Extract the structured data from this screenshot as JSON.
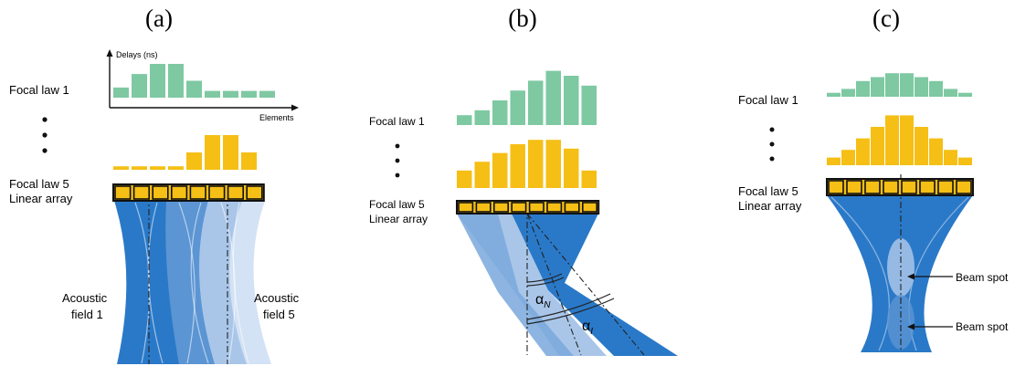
{
  "panels": [
    {
      "id": "a",
      "title": "(a)",
      "focal_law_top": "Focal law 1",
      "focal_law_bottom": "Focal law 5",
      "array_label": "Linear array",
      "delays_axis_y": "Delays (ns)",
      "delays_axis_x": "Elements",
      "delays_focal_law_1": [
        3,
        7,
        10,
        10,
        5,
        2,
        2,
        2,
        2
      ],
      "delays_focal_law_5": [
        1,
        1,
        1,
        1,
        5,
        10,
        10,
        5
      ],
      "field_left": [
        "Acoustic",
        "field 1"
      ],
      "field_right": [
        "Acoustic",
        "field 5"
      ]
    },
    {
      "id": "b",
      "title": "(b)",
      "focal_law_top": "Focal law 1",
      "focal_law_bottom": "Focal law 5",
      "array_label": "Linear array",
      "delays_focal_law_1": [
        2,
        3,
        5,
        7,
        9,
        11,
        10,
        8
      ],
      "delays_focal_law_5": [
        4,
        6,
        8,
        10,
        11,
        11,
        9,
        4
      ],
      "angle_n": "α",
      "angle_n_sub": "N",
      "angle_i": "α",
      "angle_i_sub": "I"
    },
    {
      "id": "c",
      "title": "(c)",
      "focal_law_top": "Focal law 1",
      "focal_law_bottom": "Focal law 5",
      "array_label": "Linear array",
      "delays_focal_law_1": [
        1,
        2,
        4,
        5,
        6,
        6,
        5,
        4,
        2,
        1
      ],
      "delays_focal_law_5": [
        2,
        4,
        7,
        10,
        13,
        13,
        10,
        7,
        4,
        2
      ],
      "beam_spot_upper": "Beam spot",
      "beam_spot_lower": "Beam spot"
    }
  ],
  "colors": {
    "green": "#7ec9a2",
    "yellow": "#f5bf16",
    "blue_dark": "#2a79c8",
    "blue_mid": "#5c95d3",
    "blue_light": "#a9c6e9",
    "blue_pale": "#d3e2f4"
  }
}
